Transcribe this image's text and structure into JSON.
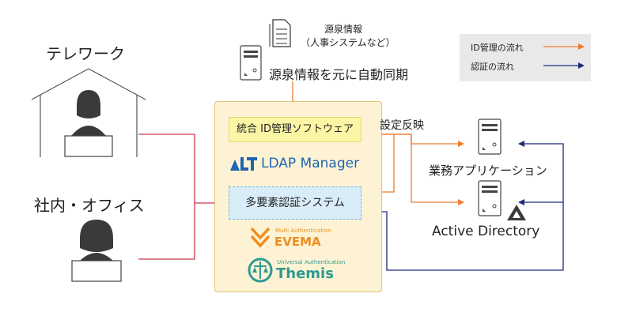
{
  "locations": {
    "telework": "テレワーク",
    "office": "社内・オフィス"
  },
  "source": {
    "title": "源泉情報",
    "detail": "（人事システムなど）",
    "sync": "源泉情報を元に自動同期"
  },
  "hub": {
    "id_mgmt": "統合 ID管理ソフトウェア",
    "ldap_brand": "LDAP Manager",
    "mfa": "多要素認証システム",
    "evema_sub": "Multi Authentication",
    "evema": "EVEMA",
    "themis_sub": "Universal Authentication",
    "themis": "Themis"
  },
  "reflect": "設定反映",
  "targets": {
    "business_apps": "業務アプリケーション",
    "active_directory": "Active Directory"
  },
  "legend": {
    "items": [
      {
        "label": "ID管理の流れ",
        "color": "#ee7b30"
      },
      {
        "label": "認証の流れ",
        "color": "#1f2a7a"
      }
    ]
  },
  "colors": {
    "id_flow": "#ee7b30",
    "auth_flow": "#1f2a7a",
    "user_line": "#c73a4a",
    "ldap_brand": "#1f63b3",
    "evema": "#f08c1f",
    "themis": "#2f9a93"
  }
}
